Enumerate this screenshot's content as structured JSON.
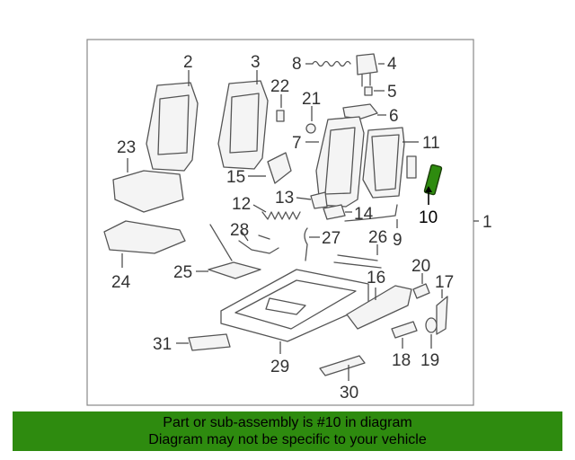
{
  "callouts": {
    "c1": "1",
    "c2": "2",
    "c3": "3",
    "c4": "4",
    "c5": "5",
    "c6": "6",
    "c7": "7",
    "c8": "8",
    "c9": "9",
    "c10": "10",
    "c11": "11",
    "c12": "12",
    "c13": "13",
    "c14": "14",
    "c15": "15",
    "c16": "16",
    "c17": "17",
    "c18": "18",
    "c19": "19",
    "c20": "20",
    "c21": "21",
    "c22": "22",
    "c23": "23",
    "c24": "24",
    "c25": "25",
    "c26": "26",
    "c27": "27",
    "c28": "28",
    "c29": "29",
    "c30": "30",
    "c31": "31"
  },
  "highlight": {
    "part_number": "10",
    "color": "#2e8b0f"
  },
  "banner": {
    "line1": "Part or sub-assembly is #10 in diagram",
    "line2": "Diagram may not be specific to your vehicle",
    "background": "#2e8b0f"
  }
}
